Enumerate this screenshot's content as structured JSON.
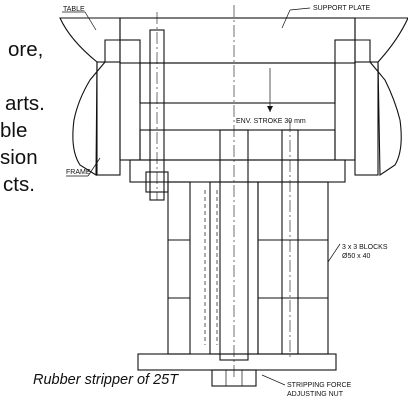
{
  "body_text": [
    "ore,",
    "arts.",
    "ble",
    "sion",
    "cts."
  ],
  "labels": {
    "table": "TABLE",
    "support_plate": "SUPPORT PLATE",
    "env_stroke": "ENV. STROKE 30 mm",
    "frame": "FRAME",
    "blocks_line1": "3 x 3 BLOCKS",
    "blocks_line2": "Ø50 x 40",
    "stripping_line1": "STRIPPING FORCE",
    "stripping_line2": "ADJUSTING NUT"
  },
  "caption": "Rubber stripper of 25T"
}
